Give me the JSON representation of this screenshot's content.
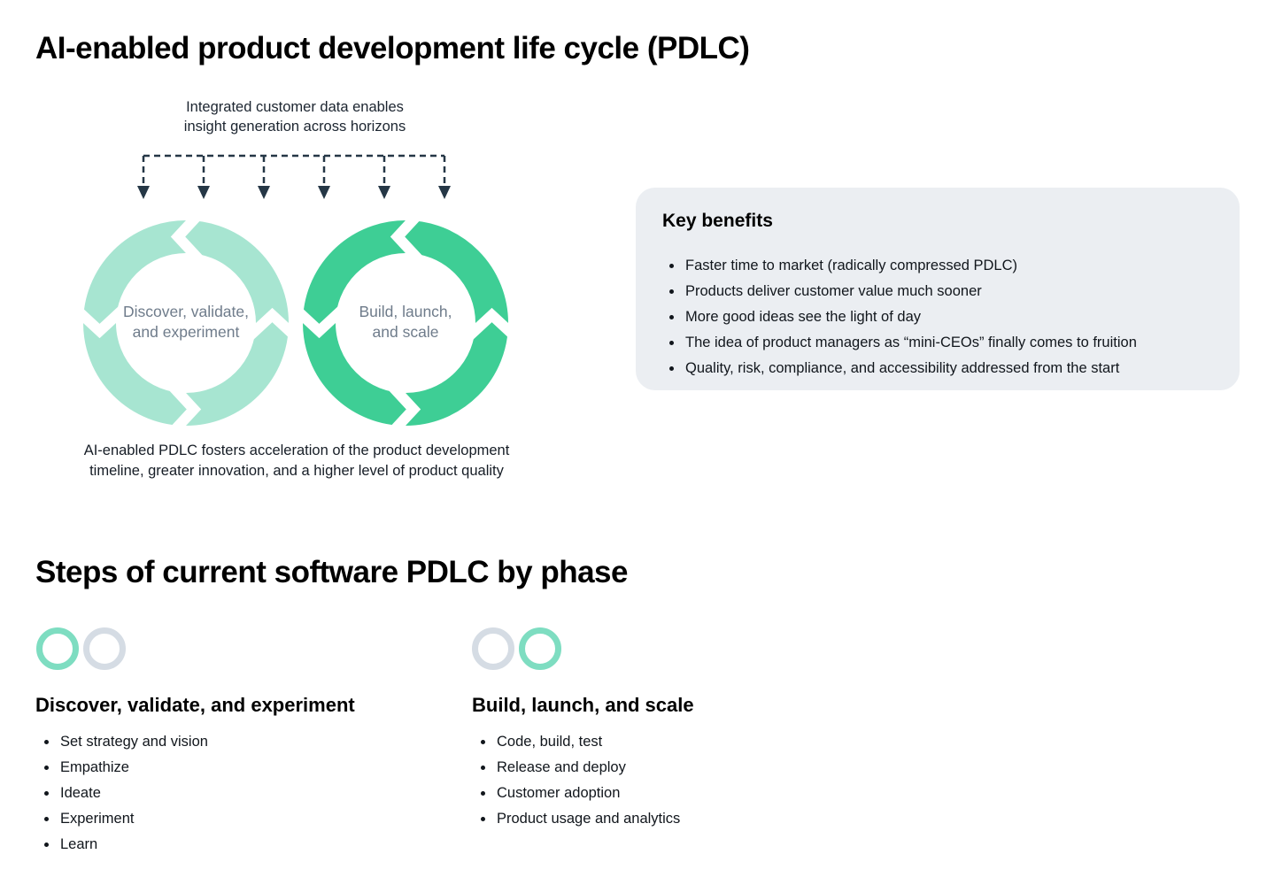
{
  "page": {
    "title": "AI-enabled product development life cycle (PDLC)"
  },
  "pdlc_diagram": {
    "annotation": "Integrated customer data enables\ninsight generation across horizons",
    "cycles": [
      {
        "label": "Discover, validate,\nand experiment",
        "color": "#a7e5d1"
      },
      {
        "label": "Build, launch,\nand scale",
        "color": "#3ece95"
      }
    ],
    "caption": "AI-enabled PDLC fosters acceleration of the product development\ntimeline, greater innovation, and a higher level of product quality"
  },
  "benefits": {
    "title": "Key benefits",
    "items": [
      "Faster time to market (radically compressed PDLC)",
      "Products deliver customer value much sooner",
      "More good ideas see the light of day",
      "The idea of product managers as “mini-CEOs” finally comes to fruition",
      "Quality, risk, compliance, and accessibility addressed from the start"
    ]
  },
  "steps_section": {
    "title": "Steps of current software PDLC by phase",
    "phases": [
      {
        "heading": "Discover, validate, and experiment",
        "items": [
          "Set strategy and vision",
          "Empathize",
          "Ideate",
          "Experiment",
          "Learn"
        ]
      },
      {
        "heading": "Build, launch, and scale",
        "items": [
          "Code, build, test",
          "Release and deploy",
          "Customer adoption",
          "Product usage and analytics"
        ]
      }
    ]
  },
  "colors": {
    "cycle_light": "#a7e5d1",
    "cycle_green": "#3ece95",
    "ring_teal": "#7eddc1",
    "ring_gray": "#d5dce4",
    "arrow_dark": "#253746",
    "benefits_bg": "#ebeef2",
    "cycle_label_text": "#6f7c8b"
  }
}
